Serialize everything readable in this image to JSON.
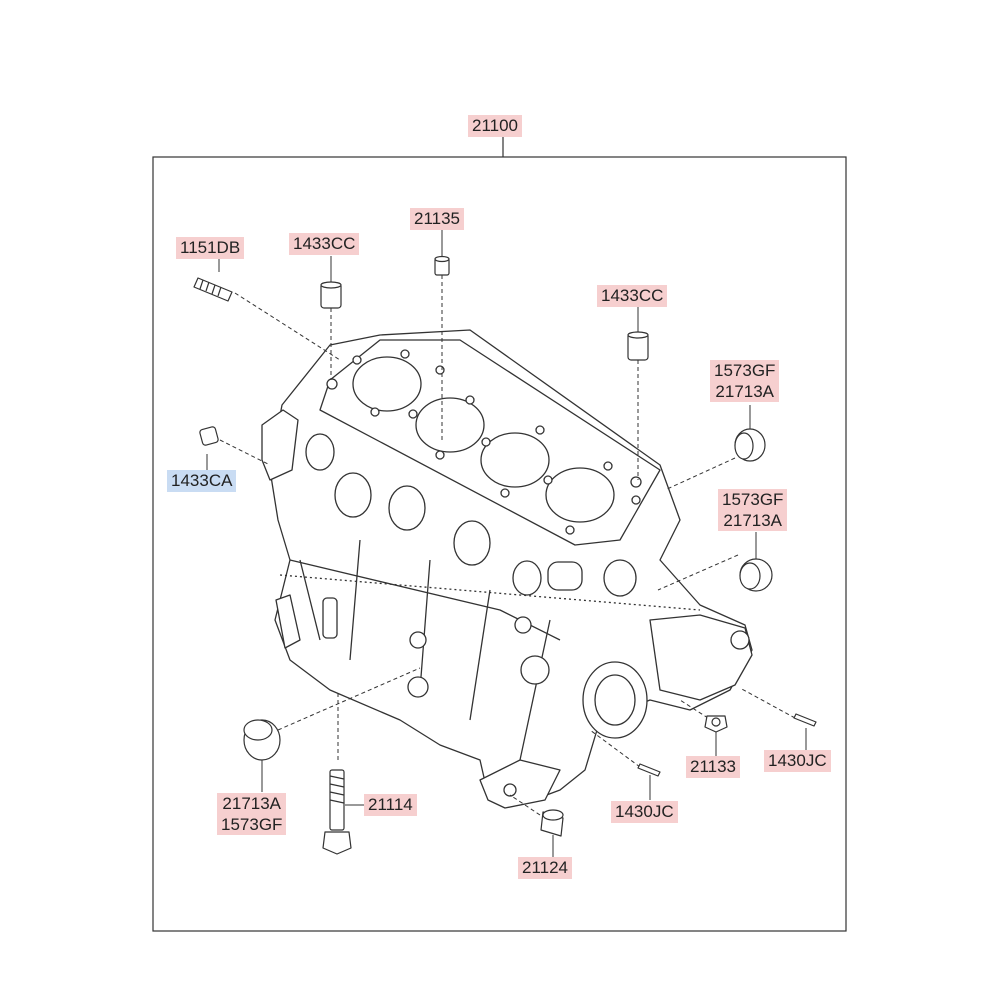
{
  "diagram": {
    "assembly_label": "21100",
    "parts": {
      "p1151DB": "1151DB",
      "p1433CC_left": "1433CC",
      "p21135": "21135",
      "p1433CC_right": "1433CC",
      "p1573GF_top_a": "1573GF",
      "p21713A_top_b": "21713A",
      "p1573GF_mid_a": "1573GF",
      "p21713A_mid_b": "21713A",
      "p1433CA": "1433CA",
      "p21713A_bot_a": "21713A",
      "p1573GF_bot_b": "1573GF",
      "p21114": "21114",
      "p21124": "21124",
      "p1430JC_mid": "1430JC",
      "p21133": "21133",
      "p1430JC_right": "1430JC"
    },
    "colors": {
      "label_highlight": "#f6cfcf",
      "label_highlight_selected": "#c9dcf3",
      "line": "#333333"
    }
  }
}
